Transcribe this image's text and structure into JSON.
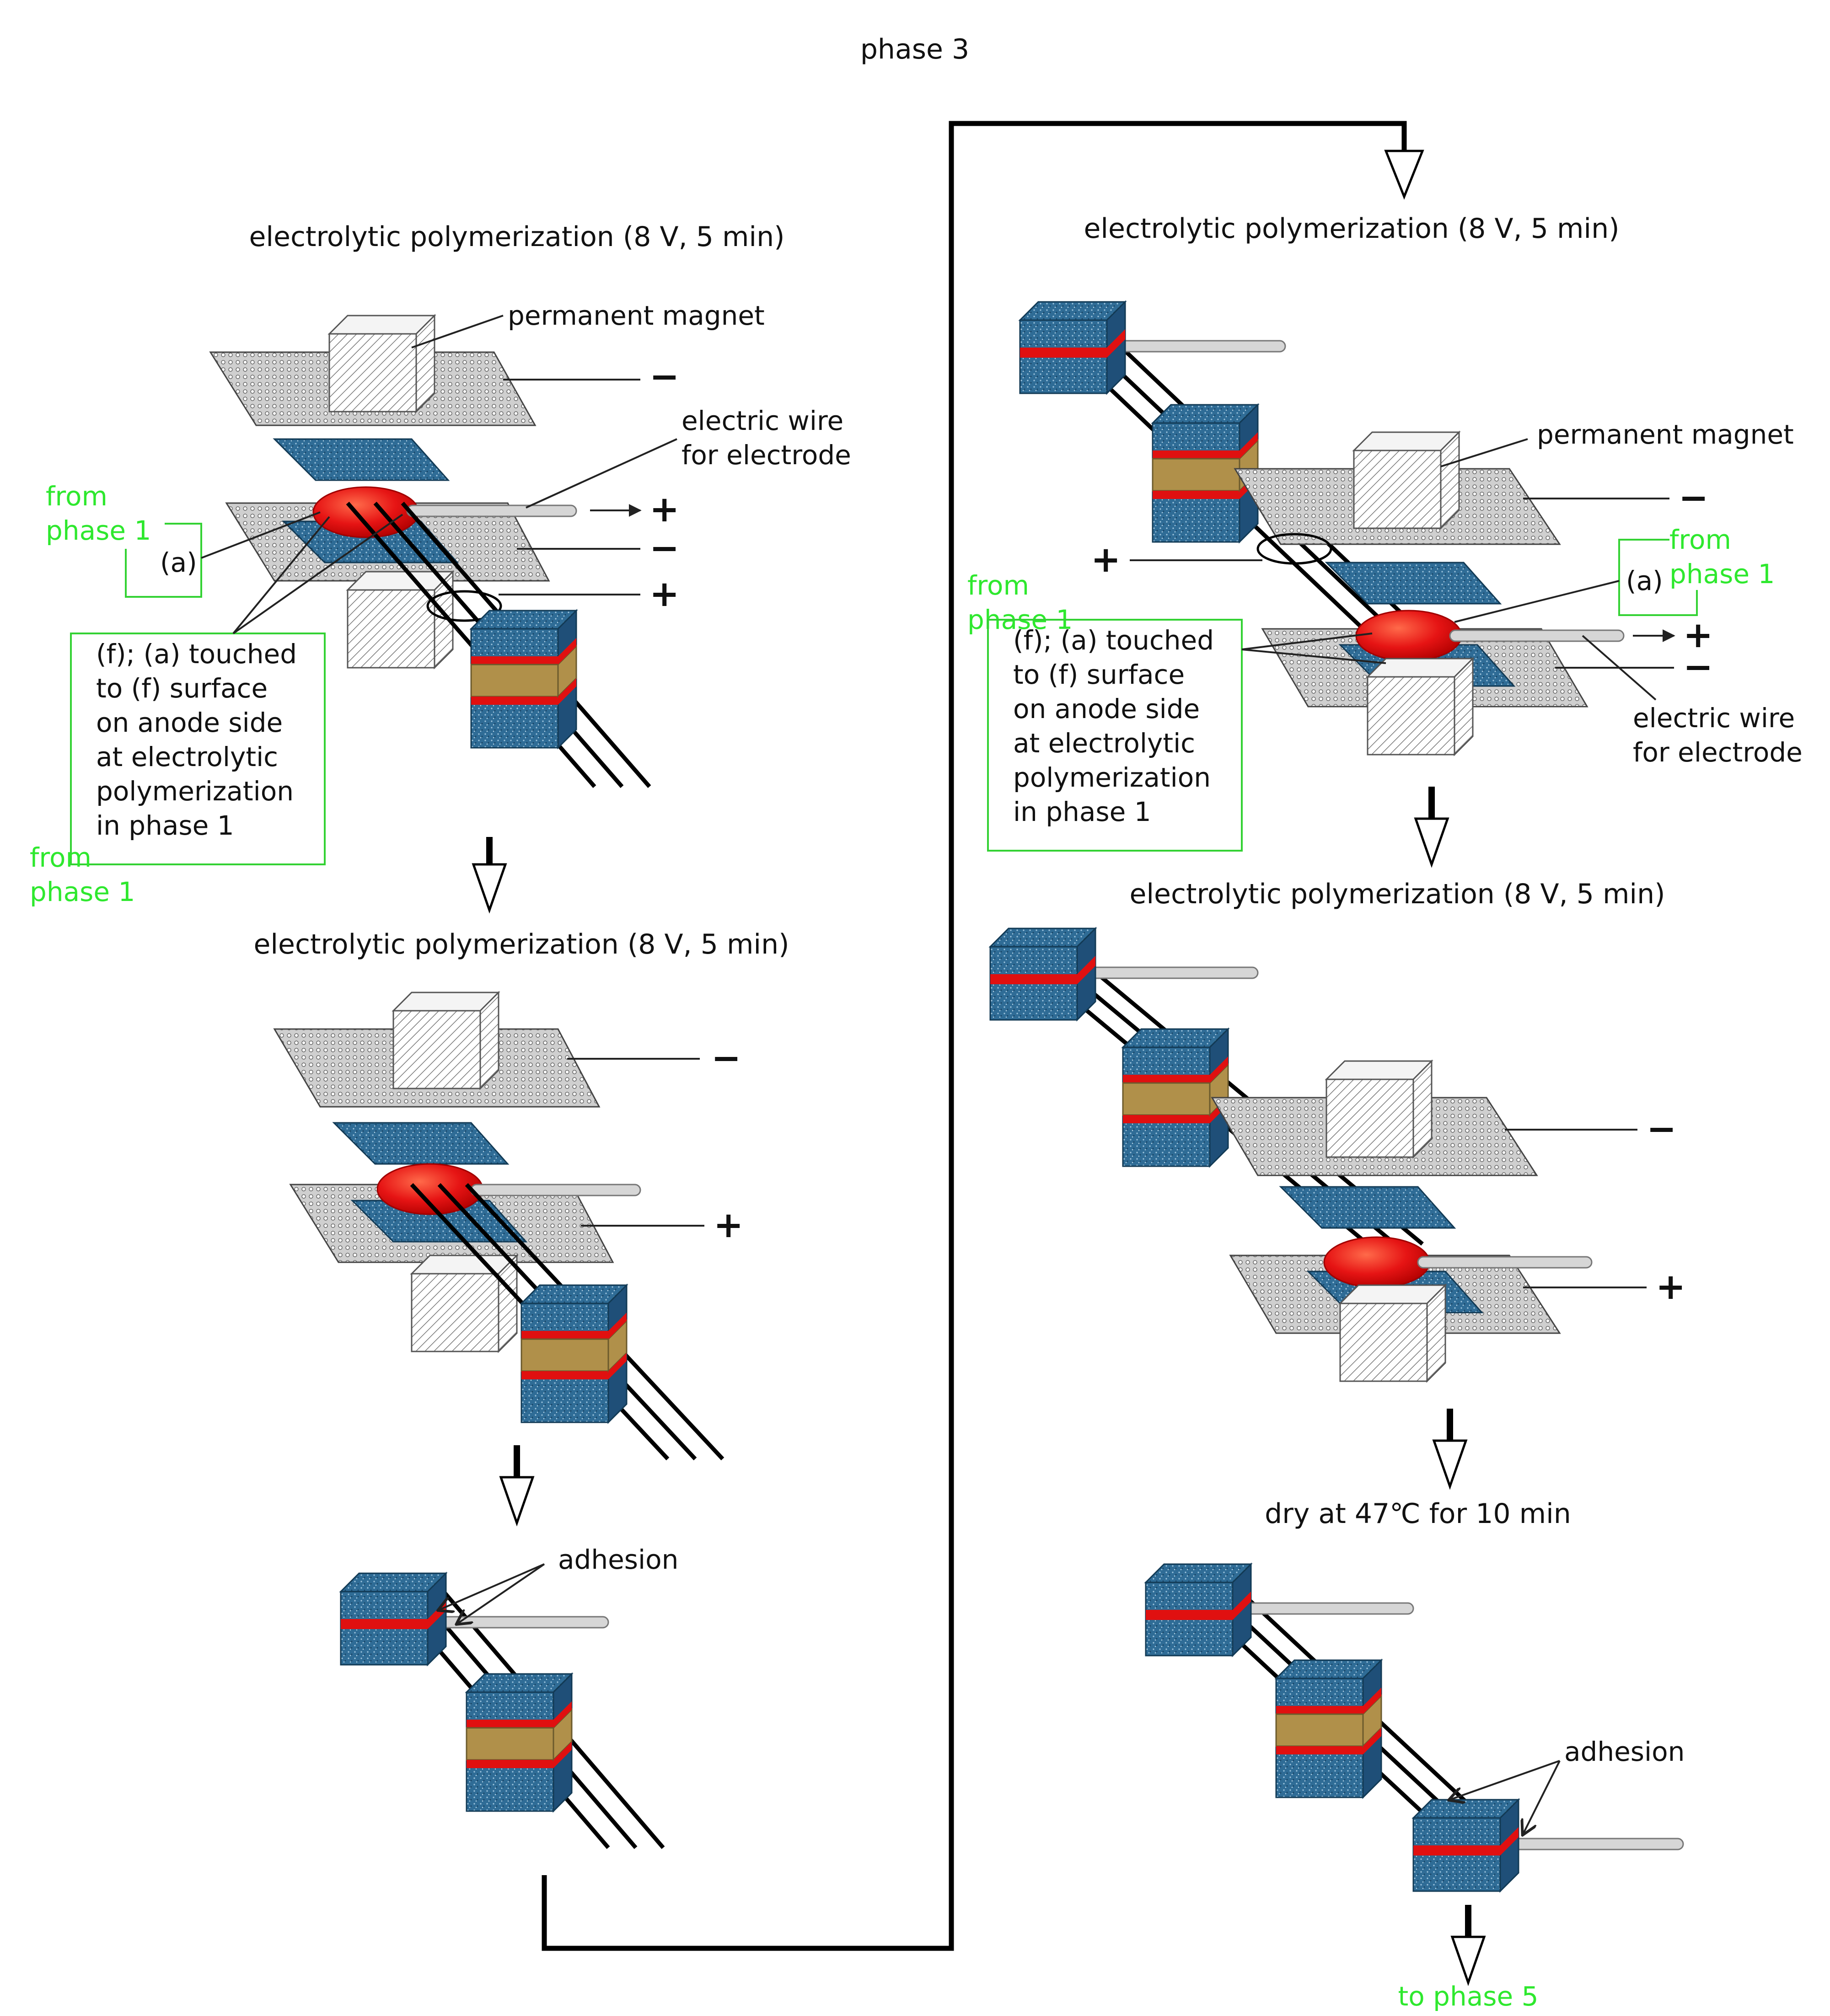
{
  "header": {
    "title": "phase 3"
  },
  "left_top": {
    "title": "electrolytic polymerization (8 V, 5 min)",
    "magnet": "permanent magnet",
    "wire_line1": "electric wire",
    "wire_line2": "for electrode",
    "from1_line1": "from",
    "from1_line2": "phase 1",
    "item_a": "(a)",
    "note_lines": [
      "(f); (a) touched",
      "to (f) surface",
      "on anode side",
      "at electrolytic",
      "polymerization",
      "in phase 1"
    ],
    "from2_line1": "from",
    "from2_line2": "phase 1",
    "minus_top": "−",
    "plus_wire": "+",
    "minus_mid": "−",
    "plus_low": "+"
  },
  "left_mid": {
    "title": "electrolytic polymerization (8 V, 5 min)",
    "minus": "−",
    "plus": "+"
  },
  "left_bottom": {
    "adhesion": "adhesion"
  },
  "right_top": {
    "title": "electrolytic polymerization (8 V, 5 min)",
    "magnet": "permanent magnet",
    "minus_top": "−",
    "plus_left": "+",
    "from1_line1": "from",
    "from1_line2": "phase 1",
    "item_a": "(a)",
    "from2_line1": "from",
    "from2_line2": "phase 1",
    "note_lines": [
      "(f); (a) touched",
      "to (f) surface",
      "on anode side",
      "at electrolytic",
      "polymerization",
      "in phase 1"
    ],
    "plus_wire": "+",
    "minus_low": "−",
    "wire_line1": "electric wire",
    "wire_line2": "for electrode"
  },
  "right_mid": {
    "title": "electrolytic polymerization (8 V, 5 min)",
    "minus": "−",
    "plus": "+"
  },
  "right_bottom": {
    "dry": "dry at 47℃ for 10 min",
    "adhesion": "adhesion",
    "to_phase": "to phase 5"
  },
  "colors": {
    "note_green": "#2ee82e",
    "disc_red": "#e01010",
    "block_blue": "#2a6690",
    "coil_gold": "#b0904a"
  }
}
